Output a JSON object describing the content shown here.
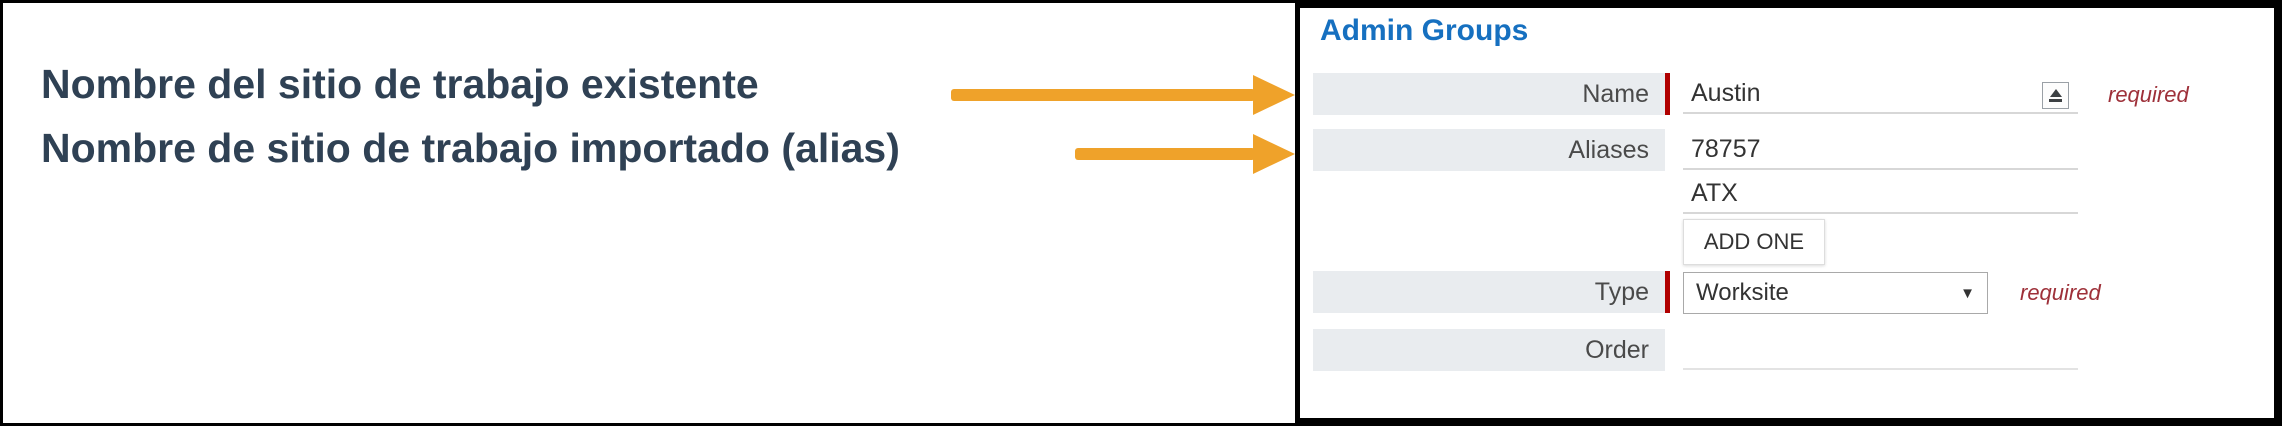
{
  "annotations": {
    "lines": [
      {
        "text": "Nombre del sitio de trabajo existente"
      },
      {
        "text": "Nombre de sitio de trabajo importado (alias)"
      }
    ]
  },
  "panel": {
    "title": "Admin Groups",
    "fields": {
      "name": {
        "label": "Name",
        "value": "Austin",
        "required_note": "required"
      },
      "aliases": {
        "label": "Aliases",
        "values": [
          "78757",
          "ATX"
        ],
        "add_button_label": "ADD ONE"
      },
      "type": {
        "label": "Type",
        "value": "Worksite",
        "required_note": "required"
      },
      "order": {
        "label": "Order",
        "value": ""
      }
    }
  },
  "icons": {
    "select_chevron": "▼"
  },
  "colors": {
    "title": "#1670c0",
    "arrow": "#efa22a",
    "required_bar": "#b00000",
    "required_text": "#9e3039",
    "annotation_text": "#2f4154",
    "label_background": "#e9ecef"
  }
}
